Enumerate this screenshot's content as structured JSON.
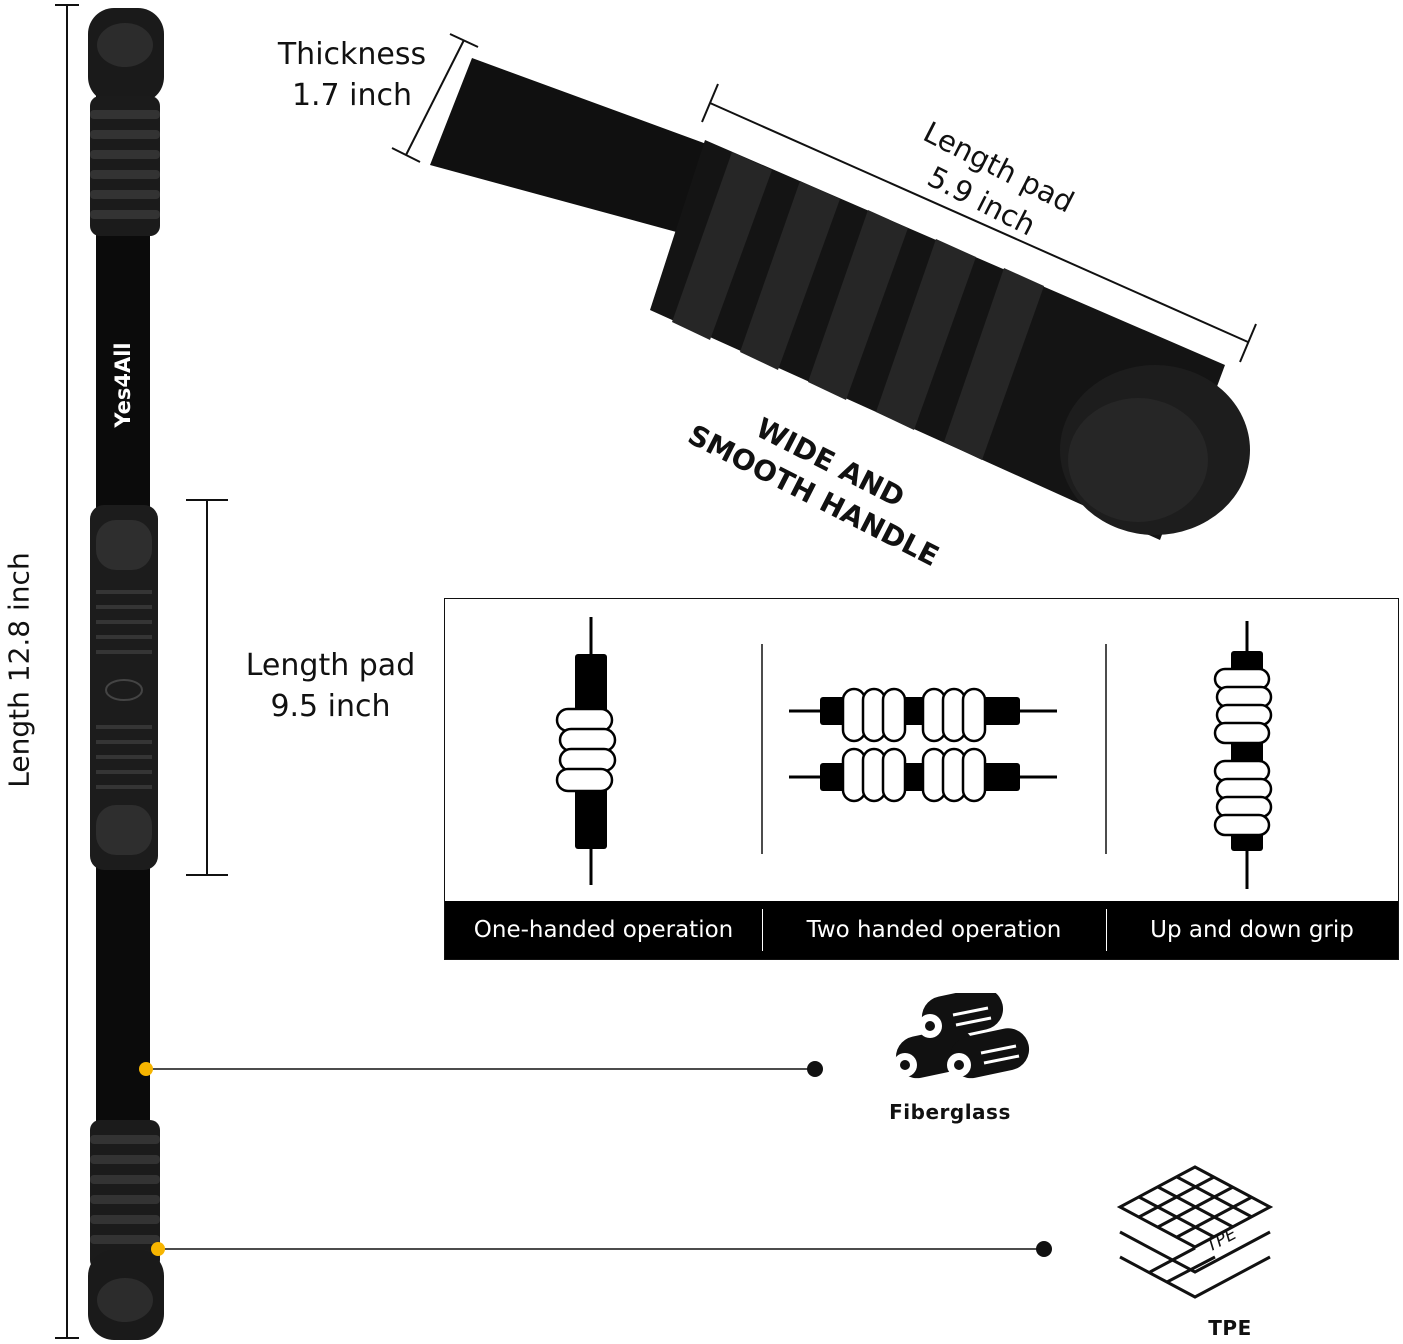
{
  "dimensions": {
    "total_length": "Length 12.8 inch",
    "thickness_title": "Thickness",
    "thickness_value": "1.7 inch",
    "pad_length_top_title": "Length pad",
    "pad_length_top_value": "5.9 inch",
    "pad_length_mid_title": "Length pad",
    "pad_length_mid_value": "9.5 inch"
  },
  "handle_callout": {
    "line1": "WIDE AND",
    "line2": "SMOOTH HANDLE"
  },
  "brand": {
    "logo_text": "Yes4All"
  },
  "grip_modes": [
    {
      "label": "One-handed operation"
    },
    {
      "label": "Two handed operation"
    },
    {
      "label": "Up and down grip"
    }
  ],
  "materials": [
    {
      "label": "Fiberglass"
    },
    {
      "label": "TPE",
      "icon_text": "TPE"
    }
  ],
  "colors": {
    "accent_dot": "#f7b500",
    "product": "#111111",
    "panel_bar": "#000000"
  }
}
